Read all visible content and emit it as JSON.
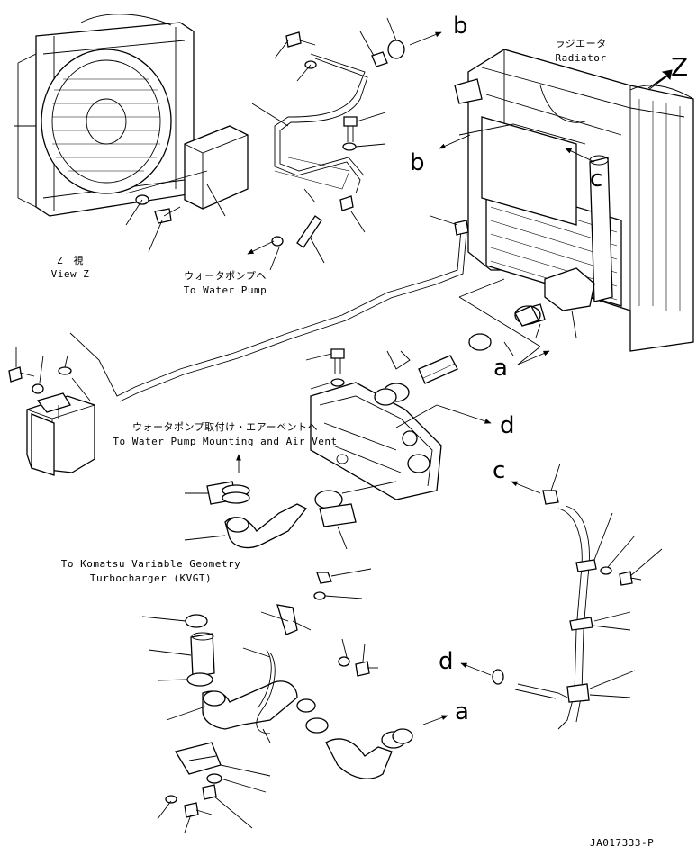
{
  "labels": {
    "view_z_jp": "Z　視",
    "view_z_en": "View Z",
    "radiator_jp": "ラジエータ",
    "radiator_en": "Radiator",
    "to_water_pump_jp": "ウォータポンプへ",
    "to_water_pump_en": "To Water Pump",
    "mounting_jp": "ウォータポンプ取付け・エアーベントへ",
    "mounting_en": "To Water Pump Mounting and Air Vent",
    "kvgt_line1": "To Komatsu Variable Geometry",
    "kvgt_line2": "Turbocharger (KVGT)",
    "drawing_code": "JA017333-P"
  },
  "callouts": {
    "z": "Z",
    "b1": "b",
    "b2": "b",
    "c1": "c",
    "c2": "c",
    "a1": "a",
    "a2": "a",
    "d1": "d",
    "d2": "d"
  }
}
